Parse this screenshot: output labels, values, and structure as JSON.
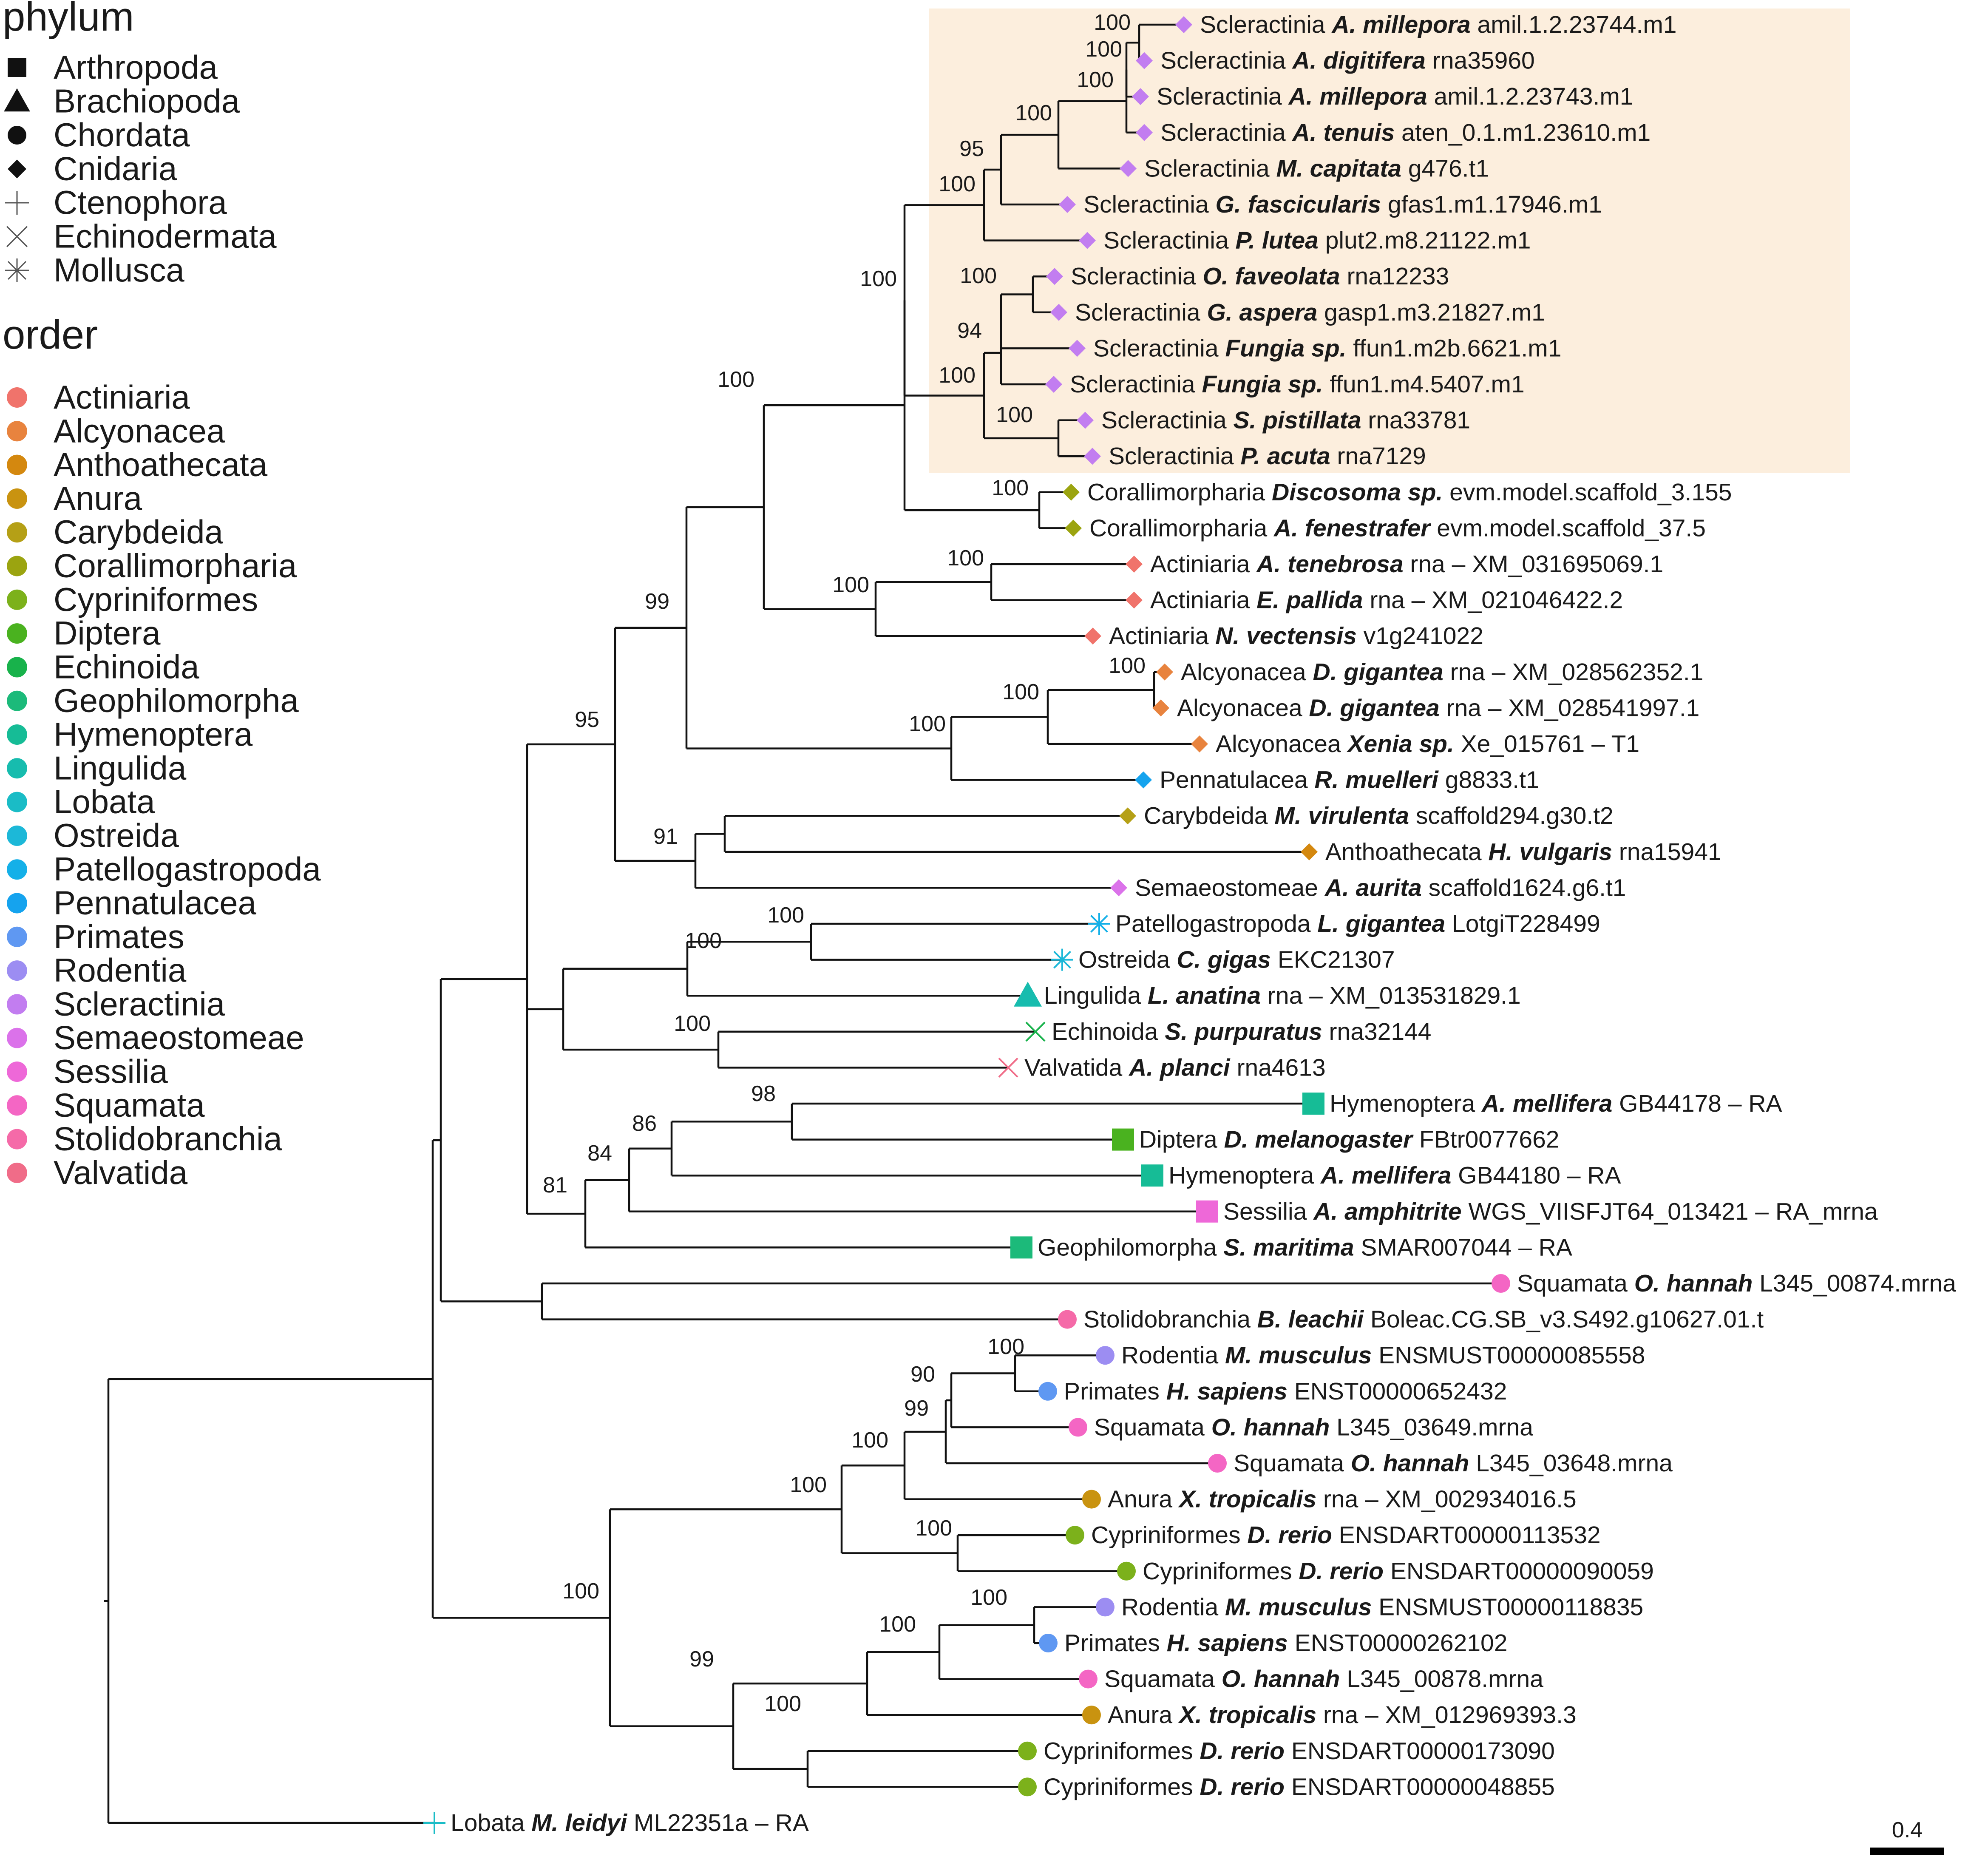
{
  "legend": {
    "phylum_title": "phylum",
    "phyla": [
      {
        "name": "Arthropoda",
        "icon": "square-icon"
      },
      {
        "name": "Brachiopoda",
        "icon": "triangle-icon"
      },
      {
        "name": "Chordata",
        "icon": "circle-icon"
      },
      {
        "name": "Cnidaria",
        "icon": "diamond-icon"
      },
      {
        "name": "Ctenophora",
        "icon": "plus-icon"
      },
      {
        "name": "Echinodermata",
        "icon": "cross-icon"
      },
      {
        "name": "Mollusca",
        "icon": "asterisk-icon"
      }
    ],
    "order_title": "order",
    "orders": [
      {
        "name": "Actiniaria",
        "color": "#F0736B"
      },
      {
        "name": "Alcyonacea",
        "color": "#E8833E"
      },
      {
        "name": "Anthoathecata",
        "color": "#D4880F"
      },
      {
        "name": "Anura",
        "color": "#C99310"
      },
      {
        "name": "Carybdeida",
        "color": "#B5A016"
      },
      {
        "name": "Corallimorpharia",
        "color": "#9BA410"
      },
      {
        "name": "Cypriniformes",
        "color": "#7CB11B"
      },
      {
        "name": "Diptera",
        "color": "#4AB21F"
      },
      {
        "name": "Echinoida",
        "color": "#18B24B"
      },
      {
        "name": "Geophilomorpha",
        "color": "#1CBA7A"
      },
      {
        "name": "Hymenoptera",
        "color": "#16BC96"
      },
      {
        "name": "Lingulida",
        "color": "#17BCAE"
      },
      {
        "name": "Lobata",
        "color": "#1ABCC6"
      },
      {
        "name": "Ostreida",
        "color": "#1CB8D8"
      },
      {
        "name": "Patellogastropoda",
        "color": "#14B0E8"
      },
      {
        "name": "Pennatulacea",
        "color": "#15A3EE"
      },
      {
        "name": "Primates",
        "color": "#5F98F2"
      },
      {
        "name": "Rodentia",
        "color": "#9C8DF2"
      },
      {
        "name": "Scleractinia",
        "color": "#C27DF0"
      },
      {
        "name": "Semaeostomeae",
        "color": "#DB72EA"
      },
      {
        "name": "Sessilia",
        "color": "#EE68D8"
      },
      {
        "name": "Squamata",
        "color": "#F466C4"
      },
      {
        "name": "Stolidobranchia",
        "color": "#F56AA8"
      },
      {
        "name": "Valvatida",
        "color": "#F06C88"
      }
    ]
  },
  "tree": {
    "highlight_color": "#FCEEDD",
    "leaves": [
      {
        "order": "Scleractinia",
        "genus": "A. millepora",
        "id": "amil.1.2.23744.m1",
        "shape": "diamond"
      },
      {
        "order": "Scleractinia",
        "genus": "A. digitifera",
        "id": "rna35960",
        "shape": "diamond"
      },
      {
        "order": "Scleractinia",
        "genus": "A. millepora",
        "id": "amil.1.2.23743.m1",
        "shape": "diamond"
      },
      {
        "order": "Scleractinia",
        "genus": "A. tenuis",
        "id": "aten_0.1.m1.23610.m1",
        "shape": "diamond"
      },
      {
        "order": "Scleractinia",
        "genus": "M. capitata",
        "id": "g476.t1",
        "shape": "diamond"
      },
      {
        "order": "Scleractinia",
        "genus": "G. fascicularis",
        "id": "gfas1.m1.17946.m1",
        "shape": "diamond"
      },
      {
        "order": "Scleractinia",
        "genus": "P. lutea",
        "id": "plut2.m8.21122.m1",
        "shape": "diamond"
      },
      {
        "order": "Scleractinia",
        "genus": "O. faveolata",
        "id": "rna12233",
        "shape": "diamond"
      },
      {
        "order": "Scleractinia",
        "genus": "G. aspera",
        "id": "gasp1.m3.21827.m1",
        "shape": "diamond"
      },
      {
        "order": "Scleractinia",
        "genus": "Fungia sp.",
        "id": "ffun1.m2b.6621.m1",
        "shape": "diamond"
      },
      {
        "order": "Scleractinia",
        "genus": "Fungia sp.",
        "id": "ffun1.m4.5407.m1",
        "shape": "diamond"
      },
      {
        "order": "Scleractinia",
        "genus": "S. pistillata",
        "id": "rna33781",
        "shape": "diamond",
        "highlight_text": "#D42A2A"
      },
      {
        "order": "Scleractinia",
        "genus": "P. acuta",
        "id": "rna7129",
        "shape": "diamond"
      },
      {
        "order": "Corallimorpharia",
        "genus": "Discosoma sp.",
        "id": "evm.model.scaffold_3.155",
        "shape": "diamond"
      },
      {
        "order": "Corallimorpharia",
        "genus": "A. fenestrafer",
        "id": "evm.model.scaffold_37.5",
        "shape": "diamond"
      },
      {
        "order": "Actiniaria",
        "genus": "A. tenebrosa",
        "id": "rna – XM_031695069.1",
        "shape": "diamond"
      },
      {
        "order": "Actiniaria",
        "genus": "E. pallida",
        "id": "rna – XM_021046422.2",
        "shape": "diamond"
      },
      {
        "order": "Actiniaria",
        "genus": "N. vectensis",
        "id": "v1g241022",
        "shape": "diamond"
      },
      {
        "order": "Alcyonacea",
        "genus": "D. gigantea",
        "id": "rna – XM_028562352.1",
        "shape": "diamond"
      },
      {
        "order": "Alcyonacea",
        "genus": "D. gigantea",
        "id": "rna – XM_028541997.1",
        "shape": "diamond"
      },
      {
        "order": "Alcyonacea",
        "genus": "Xenia sp.",
        "id": "Xe_015761 – T1",
        "shape": "diamond"
      },
      {
        "order": "Pennatulacea",
        "genus": "R. muelleri",
        "id": "g8833.t1",
        "shape": "diamond"
      },
      {
        "order": "Carybdeida",
        "genus": "M. virulenta",
        "id": "scaffold294.g30.t2",
        "shape": "diamond"
      },
      {
        "order": "Anthoathecata",
        "genus": "H. vulgaris",
        "id": "rna15941",
        "shape": "diamond"
      },
      {
        "order": "Semaeostomeae",
        "genus": "A. aurita",
        "id": "scaffold1624.g6.t1",
        "shape": "diamond"
      },
      {
        "order": "Patellogastropoda",
        "genus": "L. gigantea",
        "id": "LotgiT228499",
        "shape": "asterisk"
      },
      {
        "order": "Ostreida",
        "genus": "C. gigas",
        "id": "EKC21307",
        "shape": "asterisk"
      },
      {
        "order": "Lingulida",
        "genus": "L. anatina",
        "id": "rna – XM_013531829.1",
        "shape": "triangle"
      },
      {
        "order": "Echinoida",
        "genus": "S. purpuratus",
        "id": "rna32144",
        "shape": "cross"
      },
      {
        "order": "Valvatida",
        "genus": "A. planci",
        "id": "rna4613",
        "shape": "cross"
      },
      {
        "order": "Hymenoptera",
        "genus": "A. mellifera",
        "id": "GB44178 – RA",
        "shape": "square"
      },
      {
        "order": "Diptera",
        "genus": "D. melanogaster",
        "id": "FBtr0077662",
        "shape": "square"
      },
      {
        "order": "Hymenoptera",
        "genus": "A. mellifera",
        "id": "GB44180 – RA",
        "shape": "square"
      },
      {
        "order": "Sessilia",
        "genus": "A. amphitrite",
        "id": "WGS_VIISFJT64_013421 – RA_mrna",
        "shape": "square"
      },
      {
        "order": "Geophilomorpha",
        "genus": "S. maritima",
        "id": "SMAR007044 – RA",
        "shape": "square"
      },
      {
        "order": "Squamata",
        "genus": "O. hannah",
        "id": "L345_00874.mrna",
        "shape": "circle"
      },
      {
        "order": "Stolidobranchia",
        "genus": "B. leachii",
        "id": "Boleac.CG.SB_v3.S492.g10627.01.t",
        "shape": "circle"
      },
      {
        "order": "Rodentia",
        "genus": "M. musculus",
        "id": "ENSMUST00000085558",
        "shape": "circle"
      },
      {
        "order": "Primates",
        "genus": "H. sapiens",
        "id": "ENST00000652432",
        "shape": "circle"
      },
      {
        "order": "Squamata",
        "genus": "O. hannah",
        "id": "L345_03649.mrna",
        "shape": "circle"
      },
      {
        "order": "Squamata",
        "genus": "O. hannah",
        "id": "L345_03648.mrna",
        "shape": "circle"
      },
      {
        "order": "Anura",
        "genus": "X. tropicalis",
        "id": "rna – XM_002934016.5",
        "shape": "circle"
      },
      {
        "order": "Cypriniformes",
        "genus": "D. rerio",
        "id": "ENSDART00000113532",
        "shape": "circle"
      },
      {
        "order": "Cypriniformes",
        "genus": "D. rerio",
        "id": "ENSDART00000090059",
        "shape": "circle"
      },
      {
        "order": "Rodentia",
        "genus": "M. musculus",
        "id": "ENSMUST00000118835",
        "shape": "circle"
      },
      {
        "order": "Primates",
        "genus": "H. sapiens",
        "id": "ENST00000262102",
        "shape": "circle"
      },
      {
        "order": "Squamata",
        "genus": "O. hannah",
        "id": "L345_00878.mrna",
        "shape": "circle"
      },
      {
        "order": "Anura",
        "genus": "X. tropicalis",
        "id": "rna – XM_012969393.3",
        "shape": "circle"
      },
      {
        "order": "Cypriniformes",
        "genus": "D. rerio",
        "id": "ENSDART00000173090",
        "shape": "circle"
      },
      {
        "order": "Cypriniformes",
        "genus": "D. rerio",
        "id": "ENSDART00000048855",
        "shape": "circle"
      },
      {
        "order": "Lobata",
        "genus": "M. leidyi",
        "id": "ML22351a – RA",
        "shape": "plus"
      }
    ],
    "support_values": [
      "100",
      "100",
      "100",
      "100",
      "95",
      "100",
      "100",
      "94",
      "100",
      "100",
      "100",
      "100",
      "100",
      "100",
      "100",
      "100",
      "100",
      "100",
      "99",
      "91",
      "95",
      "100",
      "100",
      "100",
      "98",
      "86",
      "84",
      "81",
      "100",
      "90",
      "99",
      "100",
      "100",
      "100",
      "100",
      "100",
      "100",
      "99",
      "100"
    ],
    "scale_bar_label": "0.4"
  }
}
